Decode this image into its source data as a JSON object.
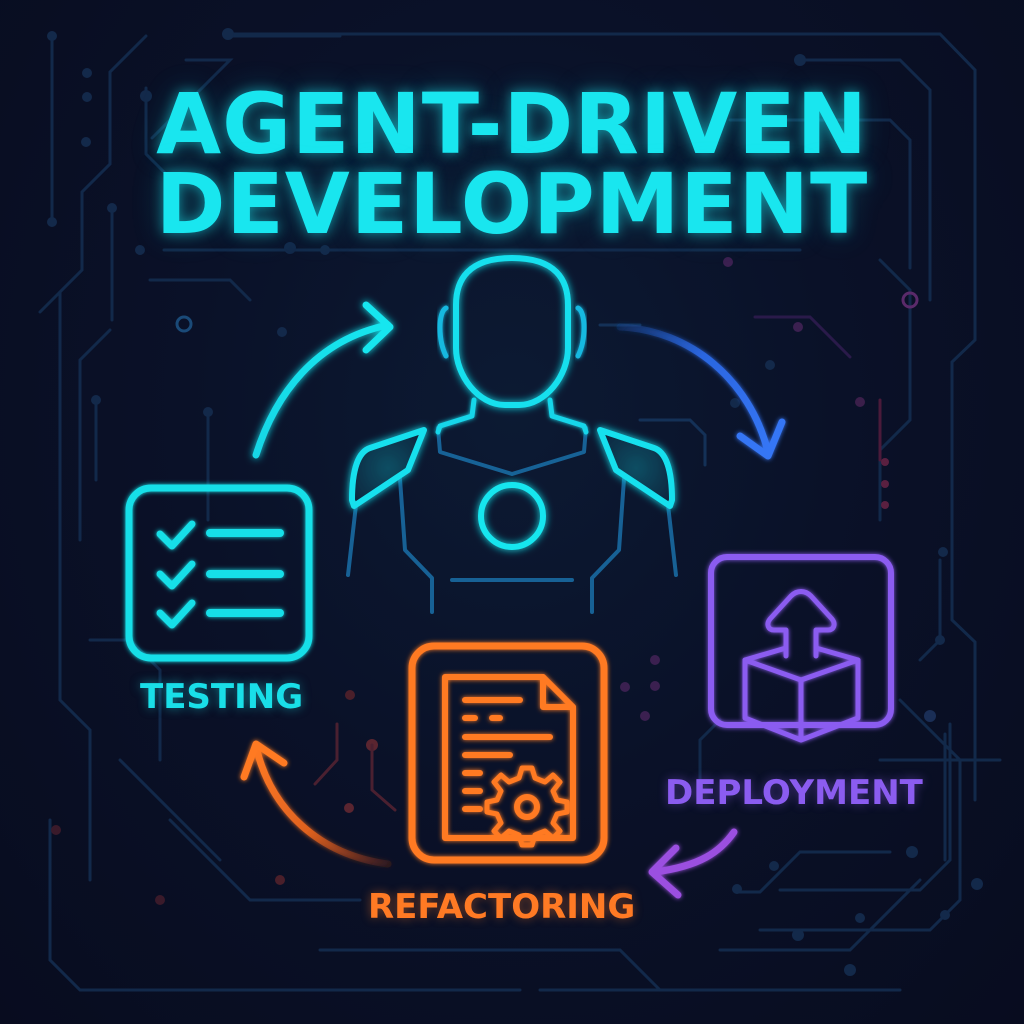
{
  "title": {
    "line1": "AGENT-DRIVEN",
    "line2": "DEVELOPMENT"
  },
  "center": {
    "icon": "robot-agent-icon",
    "color": "#19e6ef"
  },
  "stages": [
    {
      "id": "testing",
      "label": "TESTING",
      "icon": "checklist-icon",
      "color": "#19dfe8"
    },
    {
      "id": "refactoring",
      "label": "REFACTORING",
      "icon": "document-gear-icon",
      "color": "#ff7a24"
    },
    {
      "id": "deployment",
      "label": "DEPLOYMENT",
      "icon": "box-upload-icon",
      "color": "#8b5cf0"
    }
  ],
  "arrows": [
    {
      "from": "testing",
      "to": "agent",
      "color": "#19e6ef"
    },
    {
      "from": "agent",
      "to": "deployment",
      "color": "#2f6df0"
    },
    {
      "from": "deployment",
      "to": "refactoring",
      "color": "#9b4fe0"
    },
    {
      "from": "refactoring",
      "to": "testing",
      "color": "#ff7a24"
    }
  ],
  "colors": {
    "background": "#0a1128",
    "circuit": "#12294a"
  }
}
